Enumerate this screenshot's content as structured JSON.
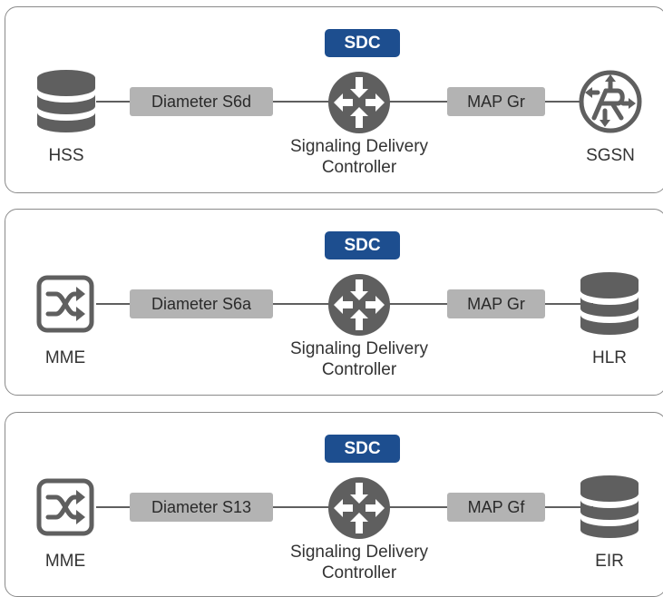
{
  "colors": {
    "sdc_badge": "#1d4e8f",
    "icon": "#5f5f5f",
    "pill": "#b3b3b3",
    "border": "#8a8a8a"
  },
  "panels": [
    {
      "badge": "SDC",
      "left_node": {
        "label": "HSS",
        "icon": "database-icon"
      },
      "left_link": "Diameter S6d",
      "controller": {
        "line1": "Signaling Delivery",
        "line2": "Controller",
        "icon": "router-icon"
      },
      "right_link": "MAP Gr",
      "right_node": {
        "label": "SGSN",
        "icon": "sgsn-router-icon"
      }
    },
    {
      "badge": "SDC",
      "left_node": {
        "label": "MME",
        "icon": "switch-icon"
      },
      "left_link": "Diameter S6a",
      "controller": {
        "line1": "Signaling Delivery",
        "line2": "Controller",
        "icon": "router-icon"
      },
      "right_link": "MAP Gr",
      "right_node": {
        "label": "HLR",
        "icon": "database-icon"
      }
    },
    {
      "badge": "SDC",
      "left_node": {
        "label": "MME",
        "icon": "switch-icon"
      },
      "left_link": "Diameter S13",
      "controller": {
        "line1": "Signaling Delivery",
        "line2": "Controller",
        "icon": "router-icon"
      },
      "right_link": "MAP Gf",
      "right_node": {
        "label": "EIR",
        "icon": "database-icon"
      }
    }
  ]
}
